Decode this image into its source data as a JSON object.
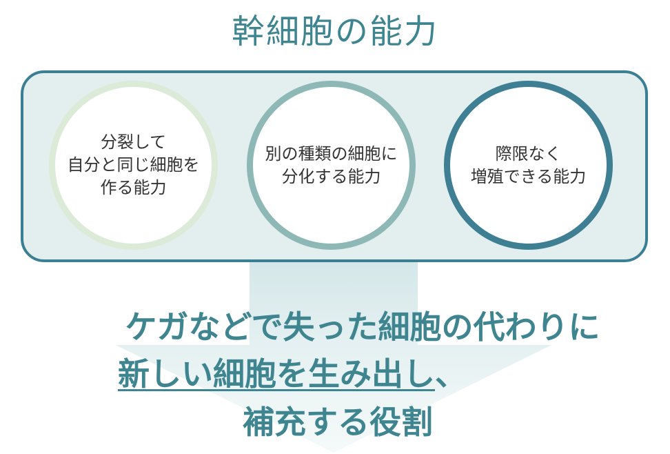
{
  "title": "幹細胞の能力",
  "abilities": [
    {
      "text": "分裂して\n自分と同じ細胞を\n作る能力"
    },
    {
      "text": "別の種類の細胞に\n分化する能力"
    },
    {
      "text": "際限なく\n増殖できる能力"
    }
  ],
  "message": {
    "line1": "ケガなどで失った細胞の代わりに",
    "line2_underlined": "新しい細胞を生み出し",
    "line2_tail": "、",
    "line3": "補充する役割"
  },
  "colors": {
    "teal": "#3f8590",
    "panel_bg": "#e3eeef",
    "panel_border": "#3b7f92",
    "circle1_border": "#dcead8",
    "circle2_border": "#8db8b5",
    "circle3_border": "#3e7f93"
  },
  "icons": [
    "down-arrow-icon"
  ]
}
